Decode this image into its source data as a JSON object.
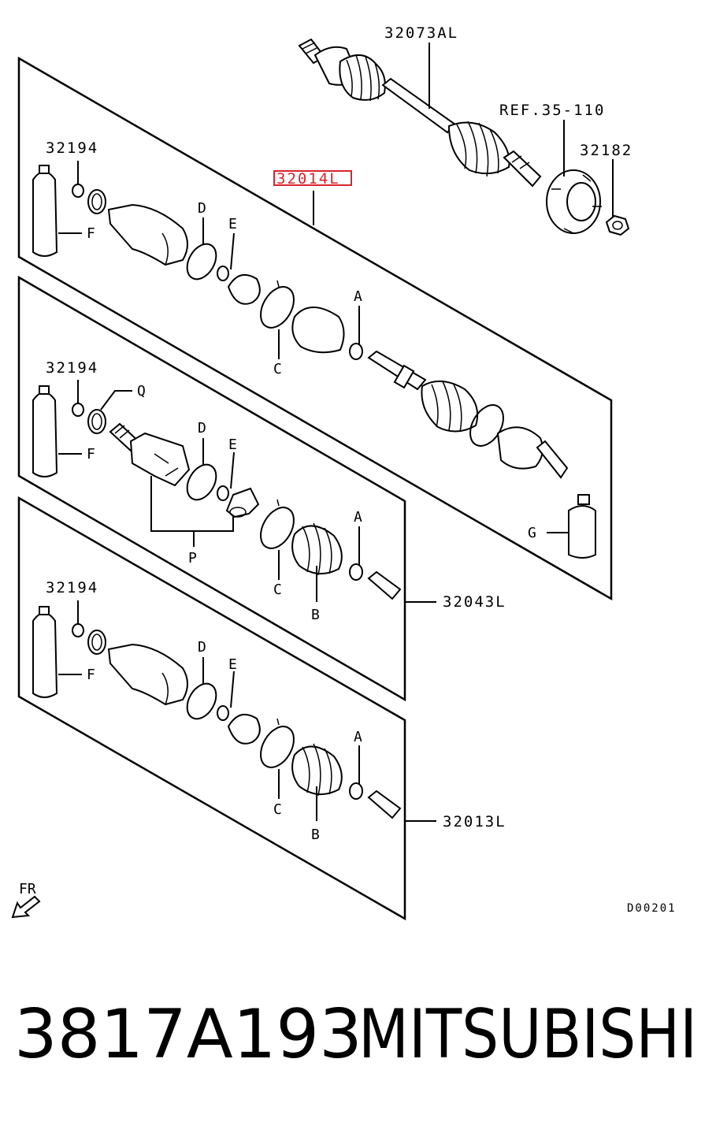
{
  "parts": {
    "axle_assembly": "32073AL",
    "ref": "REF.35-110",
    "hub_nut": "32182",
    "highlighted": "32014L",
    "circlip_1": "32194",
    "circlip_2": "32194",
    "circlip_3": "32194",
    "inner_kit_2": "32043L",
    "inner_kit_3": "32013L",
    "diagram_code": "D00201",
    "front_marker": "FR"
  },
  "letters": {
    "A": "A",
    "B": "B",
    "C": "C",
    "D": "D",
    "E": "E",
    "F": "F",
    "G": "G",
    "P": "P",
    "Q": "Q"
  },
  "colors": {
    "highlight": "#d9232d",
    "ink": "#000000"
  },
  "footer": {
    "part_number": "3817A193",
    "brand": "MITSUBISHI"
  }
}
